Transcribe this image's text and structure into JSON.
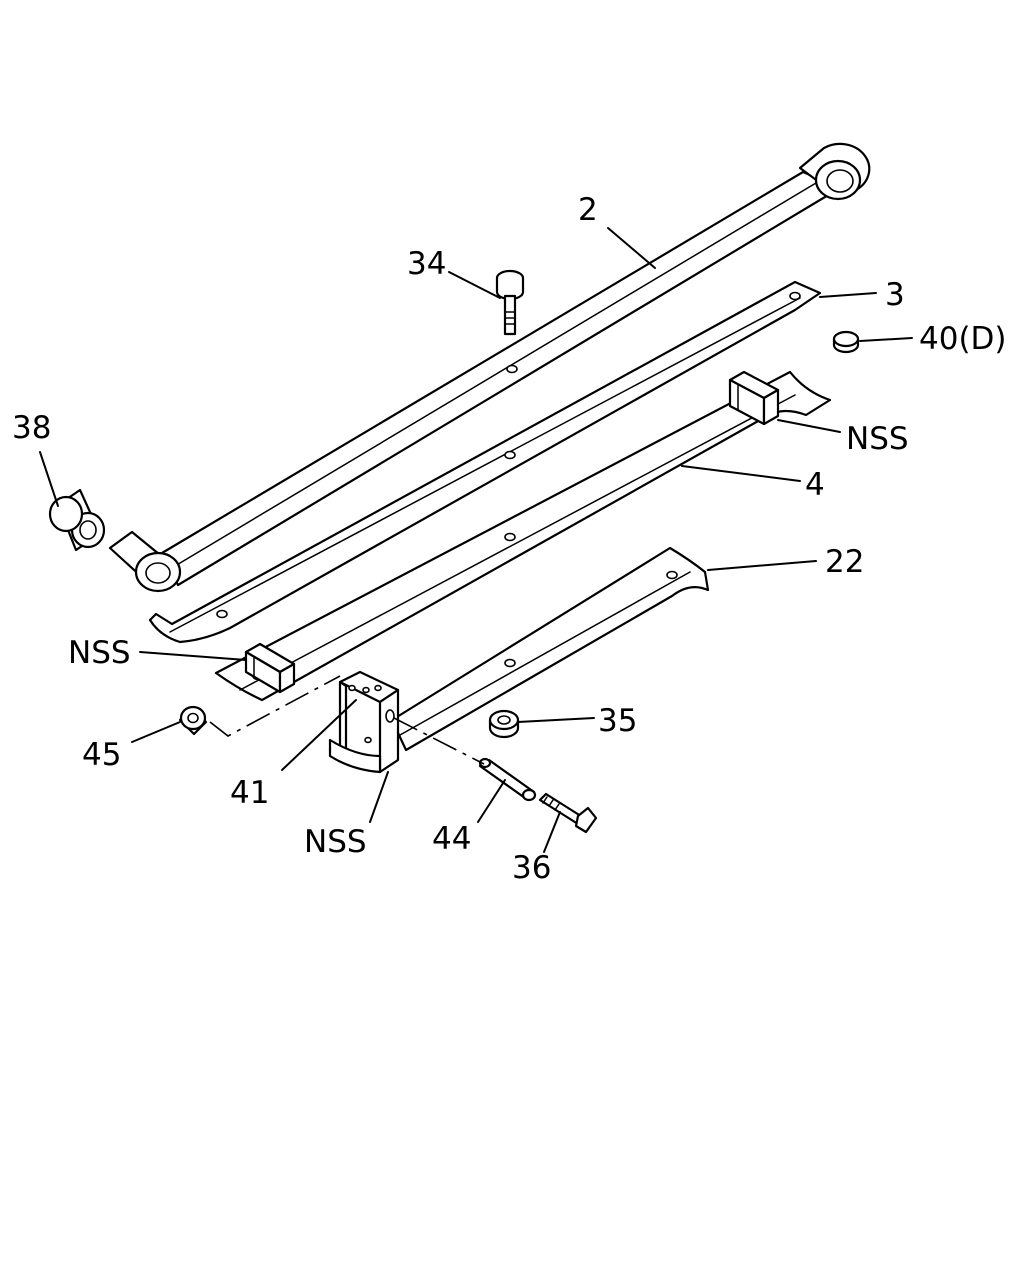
{
  "diagram": {
    "callouts": {
      "c2": "2",
      "c3": "3",
      "c4": "4",
      "c22": "22",
      "c34": "34",
      "c35": "35",
      "c36": "36",
      "c38": "38",
      "c40": "40(D)",
      "c41": "41",
      "c44": "44",
      "c45": "45",
      "nss_right": "NSS",
      "nss_left": "NSS",
      "nss_bottom": "NSS"
    }
  }
}
